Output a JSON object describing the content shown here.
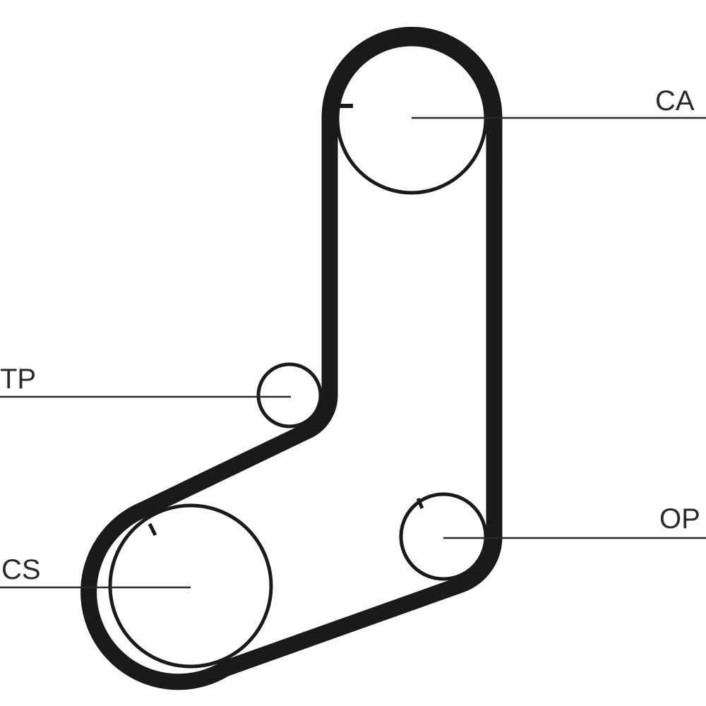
{
  "labels": {
    "camshaft": "CA",
    "tensioner_pulley": "TP",
    "crankshaft": "CS",
    "oil_pump": "OP"
  },
  "colors": {
    "belt": "#1a1a1a",
    "lines": "#2a2a2a",
    "background": "#ffffff"
  }
}
